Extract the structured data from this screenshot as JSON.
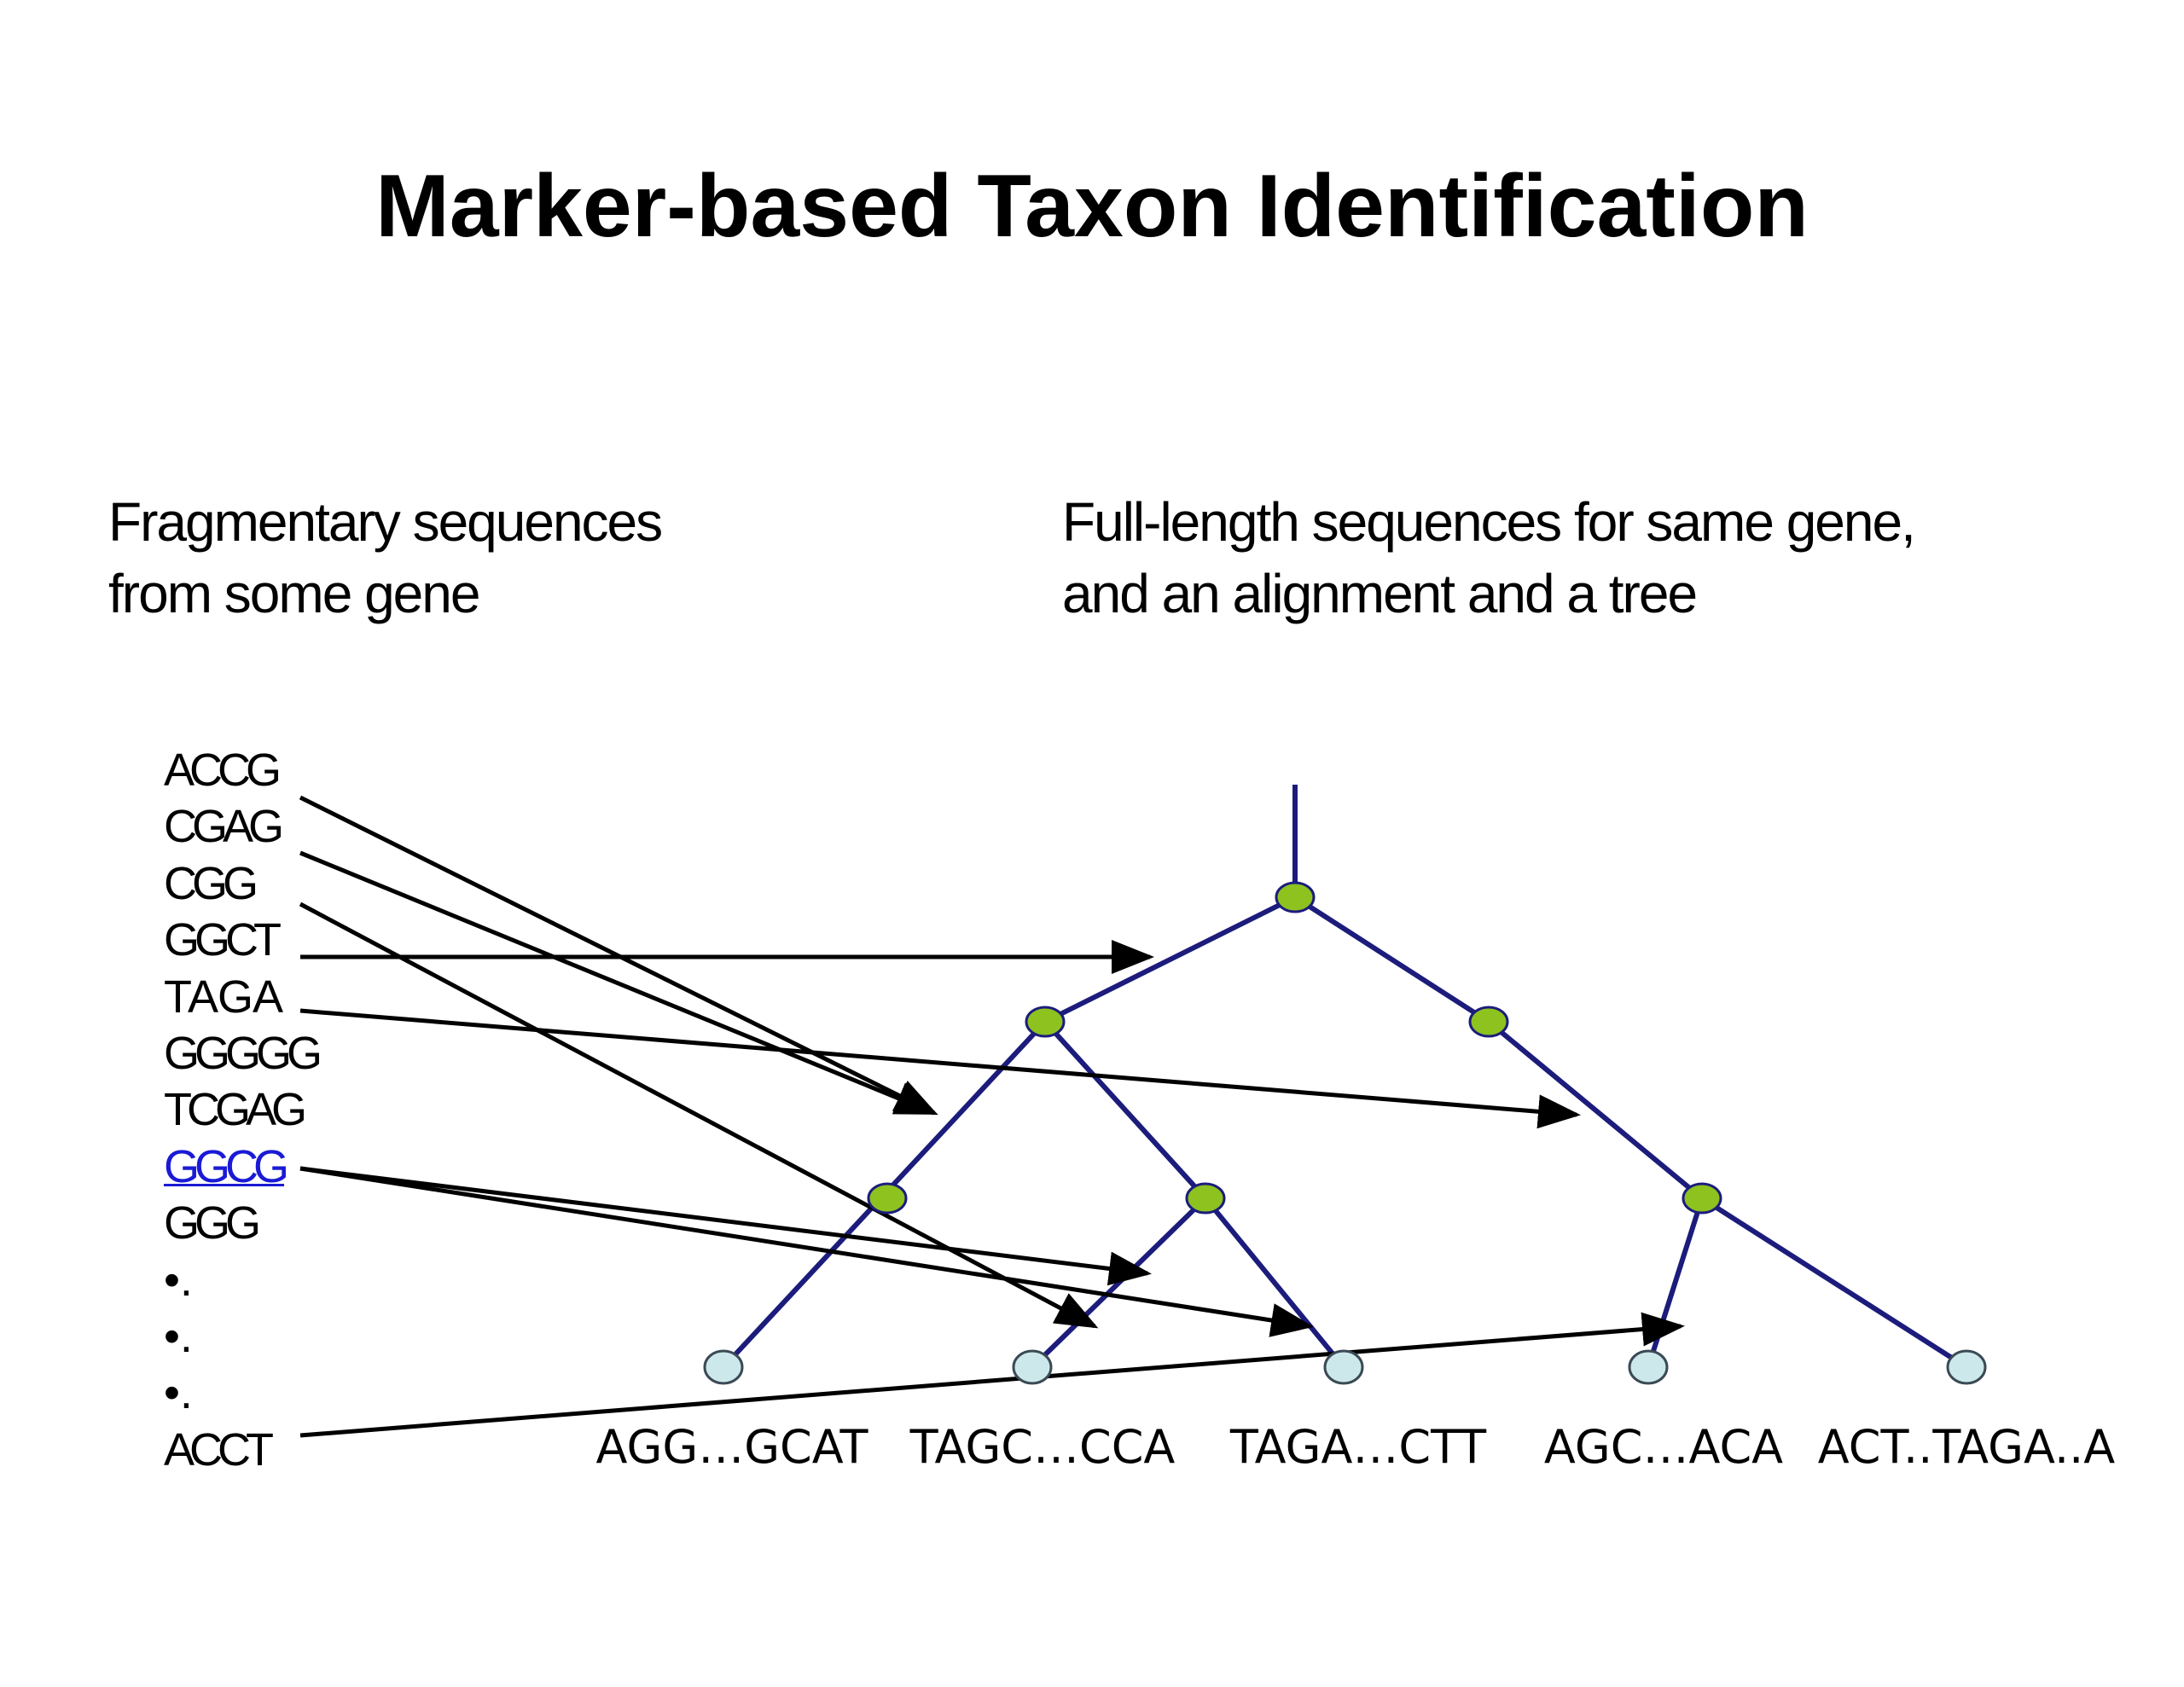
{
  "title": "Marker-based Taxon Identification",
  "left_caption": {
    "line1": "Fragmentary sequences",
    "line2": "from some gene"
  },
  "right_caption": {
    "line1": "Full-length sequences for same gene,",
    "line2": "and an alignment and a tree"
  },
  "fragments": [
    {
      "text": "ACCG"
    },
    {
      "text": "CGAG"
    },
    {
      "text": "CGG"
    },
    {
      "text": "GGCT"
    },
    {
      "text": "TAGA"
    },
    {
      "text": "GGGGG"
    },
    {
      "text": "TCGAG"
    },
    {
      "text": "GGCG",
      "link": true
    },
    {
      "text": "GGG"
    },
    {
      "text": "•."
    },
    {
      "text": "•."
    },
    {
      "text": "•."
    },
    {
      "text": "ACCT"
    }
  ],
  "leaf_sequences": [
    "AGG…GCAT",
    "TAGC…CCA",
    "TAGA…CTT",
    "AGC…ACA",
    "ACT..TAGA..A"
  ],
  "colors": {
    "branch": "#1c1c7c",
    "internal_node": "#8dc21f",
    "leaf_node": "#cde8ea",
    "arrow": "#000000",
    "link_text": "#1a1ad6"
  }
}
